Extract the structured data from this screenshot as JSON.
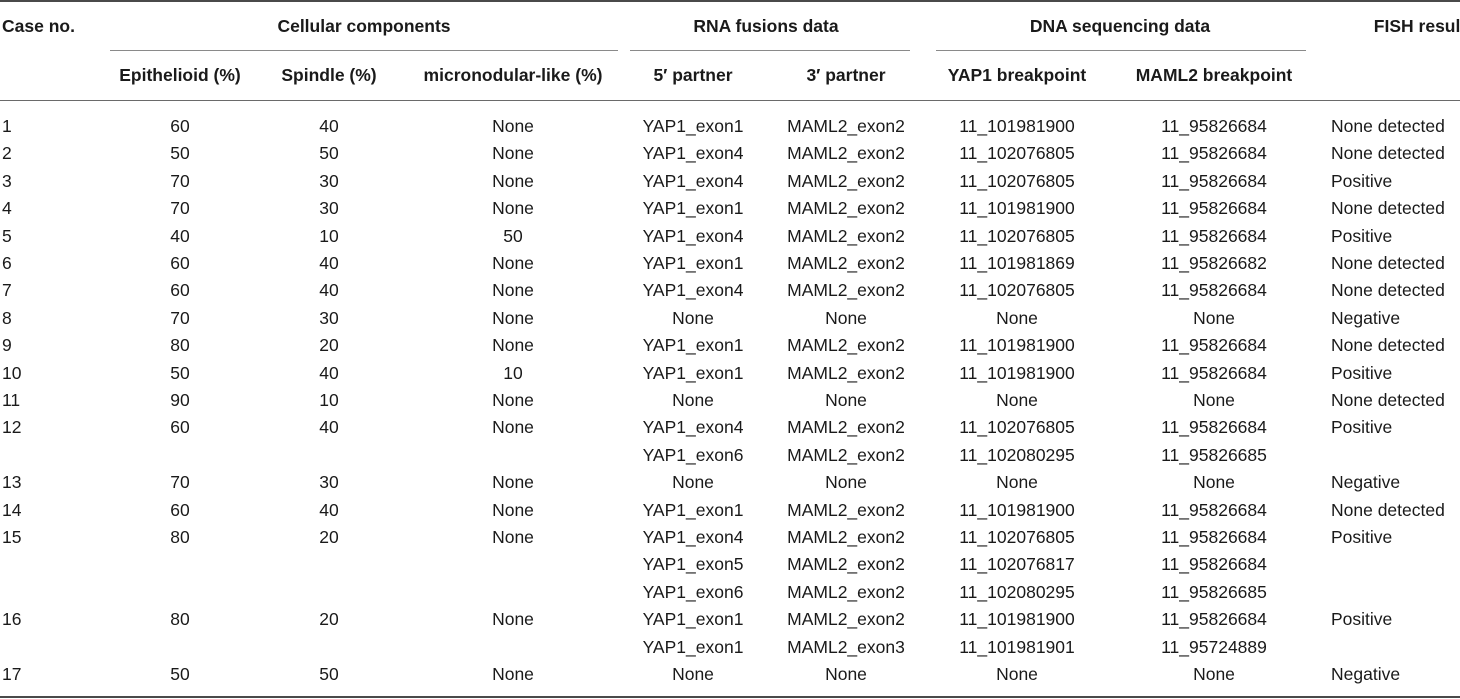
{
  "table": {
    "group_headers": {
      "case_no": "Case no.",
      "cellular": "Cellular components",
      "rna": "RNA fusions data",
      "dna": "DNA sequencing data",
      "fish": "FISH result"
    },
    "sub_headers": {
      "epithelioid": "Epithelioid (%)",
      "spindle": "Spindle (%)",
      "micronodular": "micronodular-like (%)",
      "partner5": "5′ partner",
      "partner3": "3′ partner",
      "yap1_bp": "YAP1 breakpoint",
      "maml2_bp": "MAML2 breakpoint"
    },
    "rows": [
      [
        "1",
        "60",
        "40",
        "None",
        "YAP1_exon1",
        "MAML2_exon2",
        "11_101981900",
        "11_95826684",
        "None detected"
      ],
      [
        "2",
        "50",
        "50",
        "None",
        "YAP1_exon4",
        "MAML2_exon2",
        "11_102076805",
        "11_95826684",
        "None detected"
      ],
      [
        "3",
        "70",
        "30",
        "None",
        "YAP1_exon4",
        "MAML2_exon2",
        "11_102076805",
        "11_95826684",
        "Positive"
      ],
      [
        "4",
        "70",
        "30",
        "None",
        "YAP1_exon1",
        "MAML2_exon2",
        "11_101981900",
        "11_95826684",
        "None detected"
      ],
      [
        "5",
        "40",
        "10",
        "50",
        "YAP1_exon4",
        "MAML2_exon2",
        "11_102076805",
        "11_95826684",
        "Positive"
      ],
      [
        "6",
        "60",
        "40",
        "None",
        "YAP1_exon1",
        "MAML2_exon2",
        "11_101981869",
        "11_95826682",
        "None detected"
      ],
      [
        "7",
        "60",
        "40",
        "None",
        "YAP1_exon4",
        "MAML2_exon2",
        "11_102076805",
        "11_95826684",
        "None detected"
      ],
      [
        "8",
        "70",
        "30",
        "None",
        "None",
        "None",
        "None",
        "None",
        "Negative"
      ],
      [
        "9",
        "80",
        "20",
        "None",
        "YAP1_exon1",
        "MAML2_exon2",
        "11_101981900",
        "11_95826684",
        "None detected"
      ],
      [
        "10",
        "50",
        "40",
        "10",
        "YAP1_exon1",
        "MAML2_exon2",
        "11_101981900",
        "11_95826684",
        "Positive"
      ],
      [
        "11",
        "90",
        "10",
        "None",
        "None",
        "None",
        "None",
        "None",
        "None detected"
      ],
      [
        "12",
        "60",
        "40",
        "None",
        "YAP1_exon4",
        "MAML2_exon2",
        "11_102076805",
        "11_95826684",
        "Positive"
      ],
      [
        "",
        "",
        "",
        "",
        "YAP1_exon6",
        "MAML2_exon2",
        "11_102080295",
        "11_95826685",
        ""
      ],
      [
        "13",
        "70",
        "30",
        "None",
        "None",
        "None",
        "None",
        "None",
        "Negative"
      ],
      [
        "14",
        "60",
        "40",
        "None",
        "YAP1_exon1",
        "MAML2_exon2",
        "11_101981900",
        "11_95826684",
        "None detected"
      ],
      [
        "15",
        "80",
        "20",
        "None",
        "YAP1_exon4",
        "MAML2_exon2",
        "11_102076805",
        "11_95826684",
        "Positive"
      ],
      [
        "",
        "",
        "",
        "",
        "YAP1_exon5",
        "MAML2_exon2",
        "11_102076817",
        "11_95826684",
        ""
      ],
      [
        "",
        "",
        "",
        "",
        "YAP1_exon6",
        "MAML2_exon2",
        "11_102080295",
        "11_95826685",
        ""
      ],
      [
        "16",
        "80",
        "20",
        "None",
        "YAP1_exon1",
        "MAML2_exon2",
        "11_101981900",
        "11_95826684",
        "Positive"
      ],
      [
        "",
        "",
        "",
        "",
        "YAP1_exon1",
        "MAML2_exon3",
        "11_101981901",
        "11_95724889",
        ""
      ],
      [
        "17",
        "50",
        "50",
        "None",
        "None",
        "None",
        "None",
        "None",
        "Negative"
      ]
    ]
  }
}
